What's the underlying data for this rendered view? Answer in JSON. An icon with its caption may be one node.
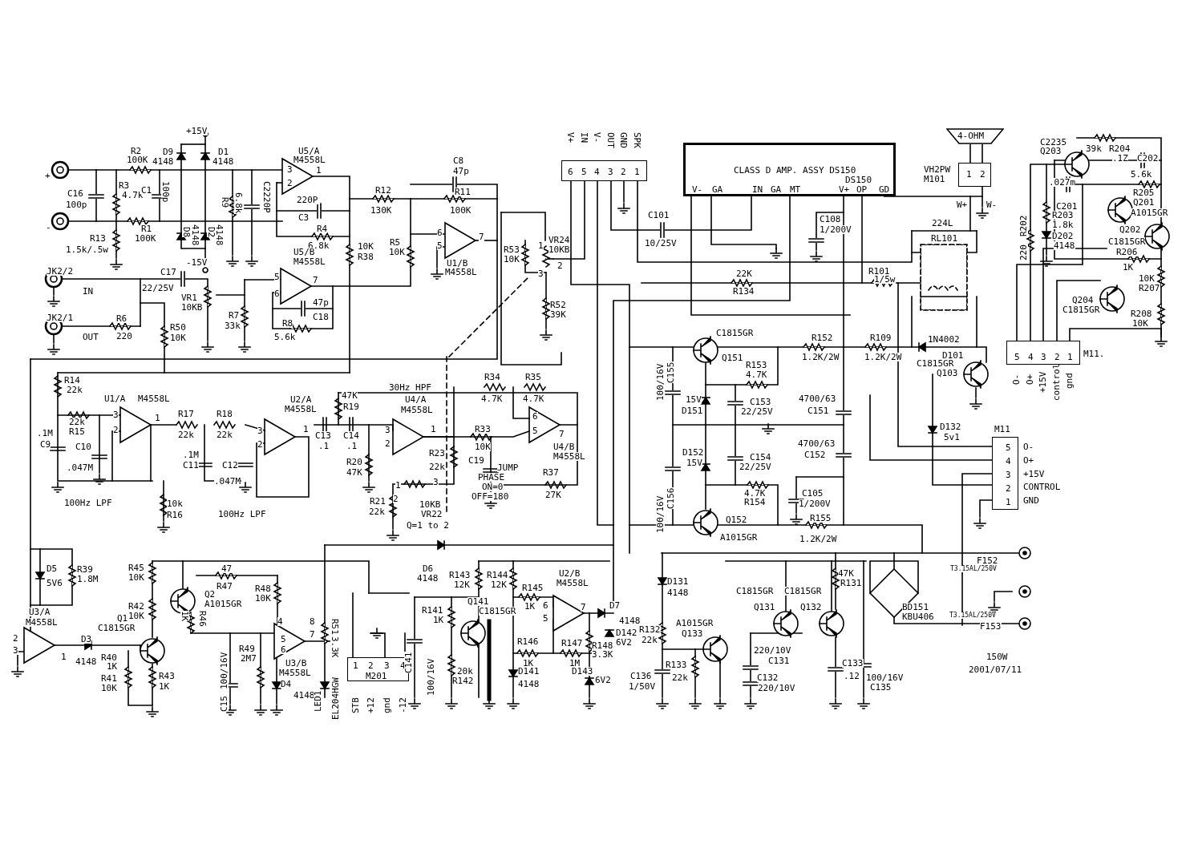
{
  "diagram": {
    "nodes": [
      {
        "text": [
          "6",
          "5",
          "4",
          "3",
          "2",
          "1"
        ],
        "beside": [
          "V+",
          "IN",
          "V-",
          "OUT",
          "GND",
          "SPK"
        ]
      },
      {
        "text": [
          "CLASS D AMP. ASSY DS150",
          "DS150",
          "V-",
          "GA",
          "IN",
          "GA",
          "MT",
          "V+",
          "OP",
          "GD"
        ]
      },
      {
        "text": [
          "4-OHM"
        ]
      },
      {
        "text": [
          "1",
          "2"
        ],
        "beside": [
          "VH2PW",
          "M101"
        ]
      },
      {
        "text": [
          "RL101"
        ],
        "beside": [
          "224L"
        ]
      },
      {
        "text": [
          "5",
          "4",
          "3",
          "2",
          "1"
        ],
        "beside": [
          "M11.",
          "O-",
          "O+",
          "+15V",
          "control",
          "gnd"
        ]
      },
      {
        "text": [
          "5",
          "4",
          "3",
          "2",
          "1"
        ],
        "beside": [
          "M11",
          "O-",
          "O+",
          "+15V",
          "CONTROL",
          "GND"
        ]
      },
      {
        "text": [
          "1",
          "2",
          "3",
          "4",
          "M201"
        ],
        "beside": [
          "STB",
          "+12",
          "gnd",
          "-12"
        ]
      }
    ],
    "edges": [
      {
        "from": 2,
        "to": 3,
        "arrow": "none"
      },
      {
        "from": 2,
        "to": 3,
        "arrow": "none"
      },
      {
        "from": 1,
        "to": 3,
        "arrow": "none"
      }
    ],
    "labels": [
      "+15V",
      "R2",
      "100K",
      "D9",
      "4148",
      "D1",
      "4148",
      "U5/A",
      "M4558L",
      "3",
      "2",
      "1",
      "C16",
      "100p",
      "R3",
      "4.7k",
      "C1",
      "100p",
      "R9",
      "6.8k",
      "C2220P",
      "220P",
      "C3",
      "R12",
      "130K",
      "R4",
      "6.8k",
      "R1",
      "100K",
      "D8",
      "4148",
      "D2",
      "4148",
      "R13",
      "1.5k/.5w",
      "-15V",
      "10K",
      "R38",
      "R5",
      "10K",
      "U5/B",
      "M4558L",
      "C8",
      "47p",
      "R11",
      "100K",
      "6",
      "5",
      "7",
      "U1/B",
      "M4558L",
      "JK2/2",
      "IN",
      "C17",
      "22/25V",
      "VR1",
      "10KB",
      "R7",
      "33k",
      "5",
      "6",
      "7",
      "47p",
      "C18",
      "R8",
      "5.6k",
      "JK2/1",
      "OUT",
      "R6",
      "220",
      "R50",
      "10K",
      "VR24",
      "10KB",
      "1",
      "2",
      "3",
      "R53",
      "10K",
      "R52",
      "39K",
      "C101",
      "10/25V",
      "22K",
      "R134",
      "C1815GR",
      "Q151",
      "C108",
      "1/200V",
      "W+",
      "W-",
      "R101",
      "1/5w",
      "C2235",
      "Q203",
      "39k",
      "R204",
      ".1Z",
      "C202",
      "5.6k",
      ".027m",
      "R205",
      "Q201",
      "C201",
      "A1015GR",
      "R203",
      "1.8k",
      "D202",
      "4148",
      "220",
      "R202",
      "Q202",
      "C1815GR",
      "R206",
      "1K",
      "10K",
      "R207",
      "Q204",
      "C1815GR",
      "R208",
      "10K",
      "R152",
      "1.2K/2W",
      "R109",
      "1.2K/2W",
      "1N4002",
      "D101",
      "C1815GR",
      "Q103",
      "100/16V",
      "C155",
      "R153",
      "4.7K",
      "15V",
      "D151",
      "C153",
      "22/25V",
      "4700/63",
      "C151",
      "D132",
      "5v1",
      "D152",
      "15V",
      "C154",
      "22/25V",
      "4700/63",
      "C152",
      "4.7K",
      "R154",
      "C105",
      "1/200V",
      "100/16V",
      "C156",
      "Q152",
      "A1015GR",
      "R155",
      "1.2K/2W",
      "R14",
      "22k",
      "U1/A",
      "M4558L",
      "22k",
      "R15",
      ".1M",
      "C9",
      "3",
      "2",
      "1",
      "R17",
      "22k",
      "R18",
      "22k",
      "U2/A",
      "M4558L",
      "3",
      "2",
      "1",
      "C10",
      ".047M",
      ".1M",
      "C11",
      "C12",
      ".047M",
      "C13",
      ".1",
      "C14",
      ".1",
      "47K",
      "R19",
      "30Hz HPF",
      "U4/A",
      "M4558L",
      "3",
      "2",
      "1",
      "R20",
      "47K",
      "R34",
      "4.7K",
      "R35",
      "4.7K",
      "R33",
      "10K",
      "6",
      "5",
      "7",
      "U4/B",
      "M4558L",
      "R23",
      "22k",
      "C19",
      "JUMP",
      "PHASE",
      "ON=0",
      "OFF=180",
      "R37",
      "27K",
      "1",
      "2",
      "3",
      "R21",
      "22k",
      "10KB",
      "VR22",
      "Q=1 to 2",
      "100Hz LPF",
      "100Hz LPF",
      "10k",
      "R16",
      "D5",
      "5V6",
      "R39",
      "1.8M",
      "U3/A",
      "M4558L",
      "2",
      "3",
      "1",
      "D3",
      "4148",
      "R40",
      "1K",
      "C1815GR",
      "Q1",
      "R45",
      "10K",
      "R42",
      "10K",
      "R41",
      "10K",
      "R43",
      "1K",
      "Q2",
      "A1015GR",
      "47",
      "R47",
      "1K",
      "R46",
      "R48",
      "10K",
      "4",
      "8",
      "5",
      "6",
      "7",
      "U3/B",
      "M4558L",
      "D4",
      "4148",
      "R49",
      "2M7",
      "100/16V",
      "C15",
      "R51",
      "3.3K",
      "LED1",
      "EL204HGW",
      "D6",
      "4148",
      "R143",
      "12K",
      "R144",
      "12K",
      "R145",
      "1K",
      "U2/B",
      "M4558L",
      "6",
      "5",
      "7",
      "R141",
      "1K",
      "Q141",
      "C1815GR",
      "C141",
      "100/16V",
      "20k",
      "R142",
      "R146",
      "1K",
      "R147",
      "1M",
      "R148",
      "3.3K",
      "D7",
      "4148",
      "D142",
      "6V2",
      "D143",
      "6V2",
      "D141",
      "4148",
      "D131",
      "4148",
      "47K",
      "R131",
      "C1815GR",
      "C1815GR",
      "Q131",
      "Q132",
      "A1015GR",
      "Q133",
      "R132",
      "22k",
      "R133",
      "22k",
      "C136",
      "1/50V",
      "220/10V",
      "C131",
      "C132",
      "220/10V",
      "C133",
      ".12",
      "100/16V",
      "C135",
      "F152",
      "T3.15AL/250V",
      "T3.15AL/250V",
      "F153",
      "BD151",
      "KBU406",
      "150W",
      "2001/07/11",
      "+",
      "-"
    ]
  }
}
